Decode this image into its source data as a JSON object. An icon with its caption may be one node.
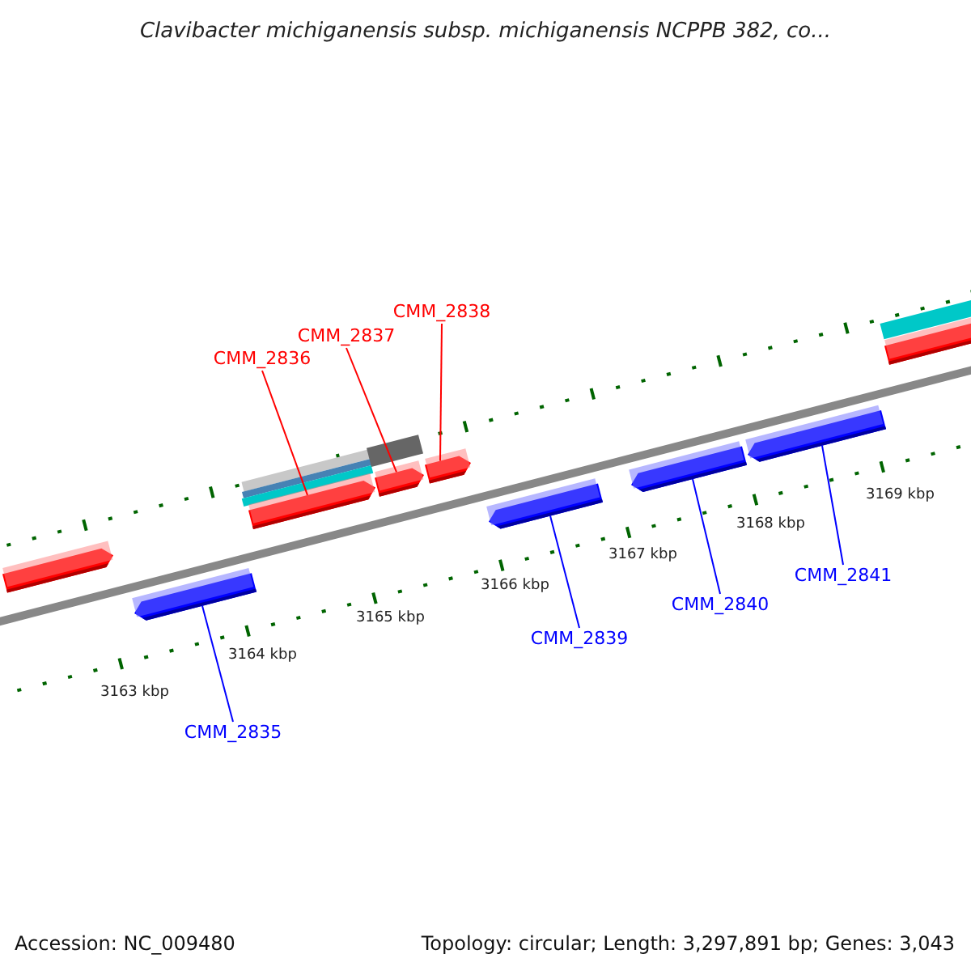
{
  "diagram": {
    "title": "Clavibacter michiganensis subsp. michiganensis NCPPB 382, co...",
    "nodes": [
      {
        "text": [
          "CMM_2838"
        ]
      },
      {
        "text": [
          "CMM_2837"
        ]
      },
      {
        "text": [
          "CMM_2836"
        ]
      },
      {
        "text": [
          "CMM_2841"
        ]
      },
      {
        "text": [
          "CMM_2840"
        ]
      },
      {
        "text": [
          "CMM_2839"
        ]
      },
      {
        "text": [
          "CMM_2835"
        ]
      },
      {
        "text": [],
        "shape": "bar"
      },
      {
        "text": [],
        "shape": "bar"
      },
      {
        "text": [],
        "shape": "bar"
      },
      {
        "text": [],
        "shape": "bar"
      },
      {
        "text": [],
        "shape": "bar"
      },
      {
        "text": [],
        "shape": "bar"
      },
      {
        "text": [],
        "shape": "bar"
      },
      {
        "text": [],
        "shape": "bar"
      },
      {
        "text": [],
        "shape": "bar"
      }
    ],
    "edges": [
      {
        "from": 0,
        "to": 11,
        "arrow": "none",
        "color": "#ff0000"
      },
      {
        "from": 1,
        "to": 10,
        "arrow": "none",
        "color": "#ff0000"
      },
      {
        "from": 2,
        "to": 9,
        "arrow": "none",
        "color": "#ff0000"
      },
      {
        "from": 3,
        "to": 14,
        "arrow": "none"
      },
      {
        "from": 4,
        "to": 13,
        "arrow": "none"
      },
      {
        "from": 5,
        "to": 12,
        "arrow": "none"
      },
      {
        "from": 6,
        "to": 8,
        "arrow": "none"
      }
    ],
    "labels": [
      "3169 kbp",
      "3168 kbp",
      "3167 kbp",
      "3166 kbp",
      "3165 kbp",
      "3164 kbp",
      "3163 kbp",
      "Accession: NC_009480",
      "Topology: circular; Length: 3,297,891 bp; Genes: 3,043"
    ]
  }
}
